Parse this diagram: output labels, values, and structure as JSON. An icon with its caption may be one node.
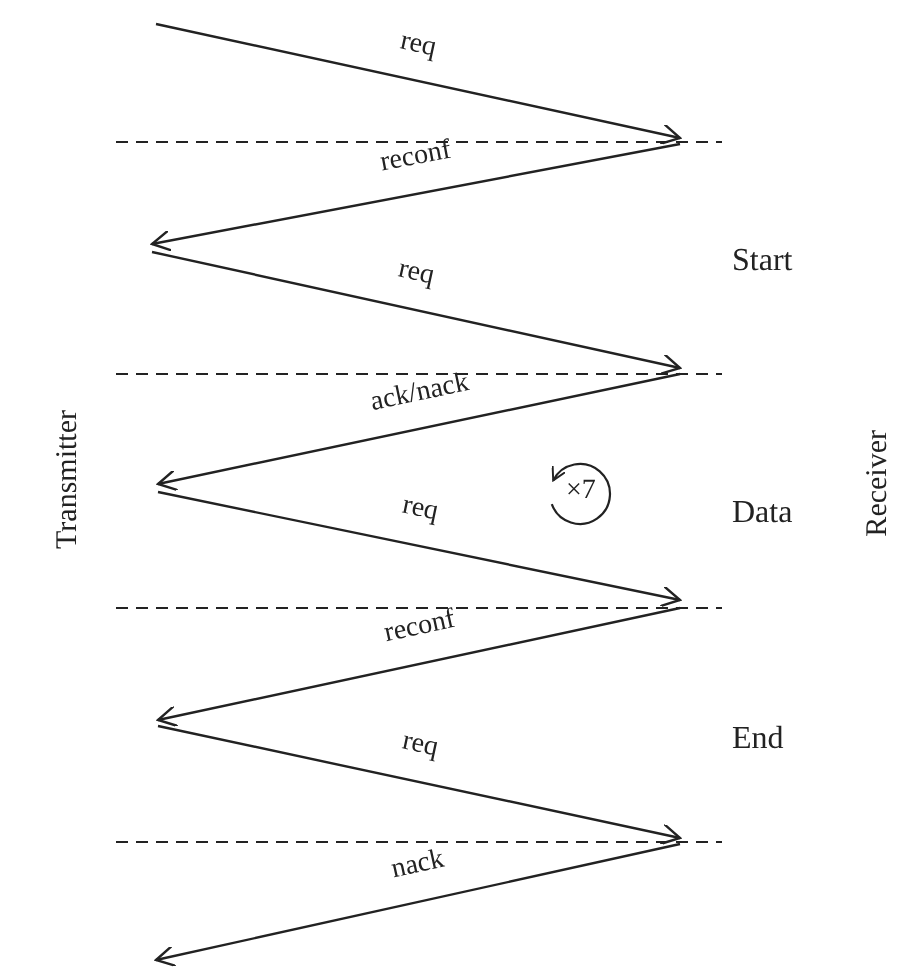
{
  "diagram": {
    "labels": [
      "Transmitter",
      "req",
      "reconf",
      "Start",
      "req",
      "ack/nack",
      "×7",
      "Data",
      "req",
      "reconf",
      "End",
      "req",
      "nack",
      "Receiver"
    ]
  }
}
